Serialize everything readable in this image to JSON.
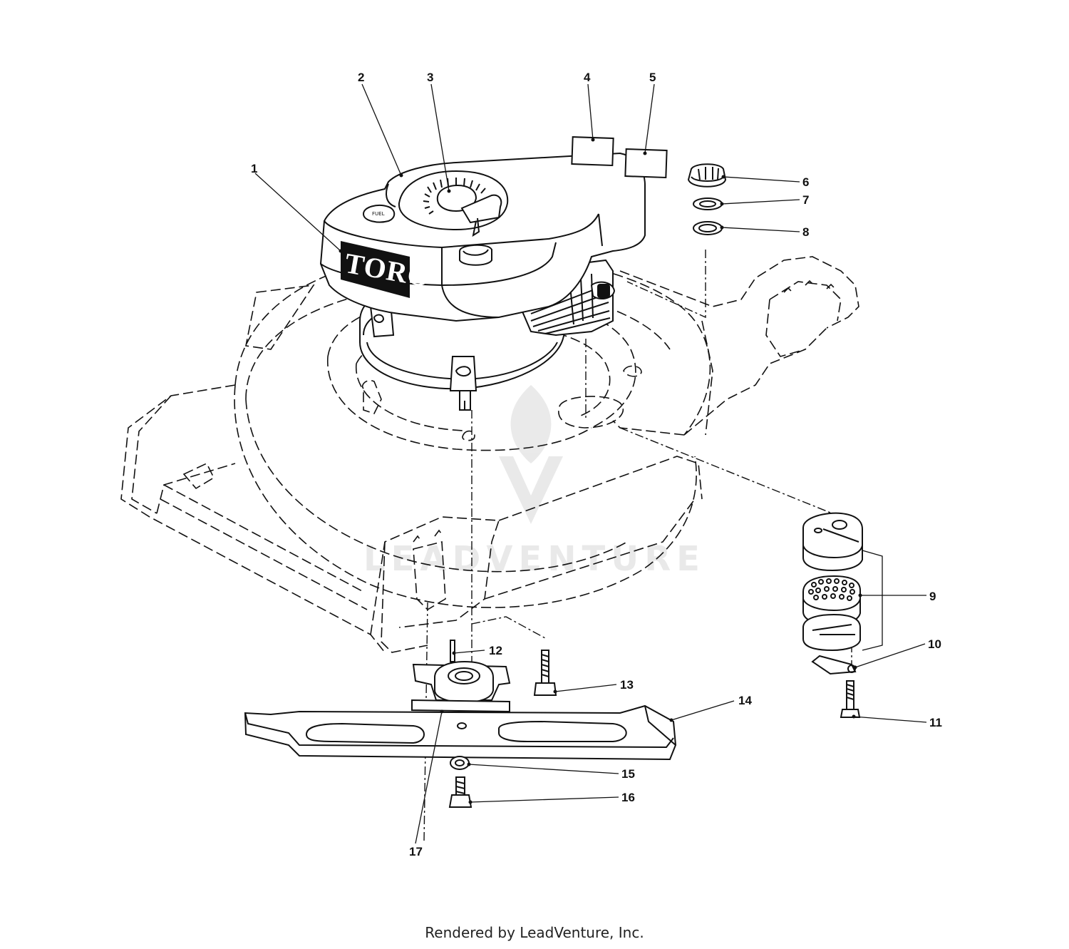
{
  "diagram": {
    "logo_text": "TORO",
    "fuel_cap_text": "FUEL",
    "callouts": [
      {
        "id": "1",
        "label": "1"
      },
      {
        "id": "2",
        "label": "2"
      },
      {
        "id": "3",
        "label": "3"
      },
      {
        "id": "4",
        "label": "4"
      },
      {
        "id": "5",
        "label": "5"
      },
      {
        "id": "6",
        "label": "6"
      },
      {
        "id": "7",
        "label": "7"
      },
      {
        "id": "8",
        "label": "8"
      },
      {
        "id": "9",
        "label": "9"
      },
      {
        "id": "10",
        "label": "10"
      },
      {
        "id": "11",
        "label": "11"
      },
      {
        "id": "12",
        "label": "12"
      },
      {
        "id": "13",
        "label": "13"
      },
      {
        "id": "14",
        "label": "14"
      },
      {
        "id": "15",
        "label": "15"
      },
      {
        "id": "16",
        "label": "16"
      },
      {
        "id": "17",
        "label": "17"
      }
    ]
  },
  "watermark": {
    "text": "LEADVENTURE"
  },
  "footer": {
    "text": "Rendered by LeadVenture, Inc."
  }
}
